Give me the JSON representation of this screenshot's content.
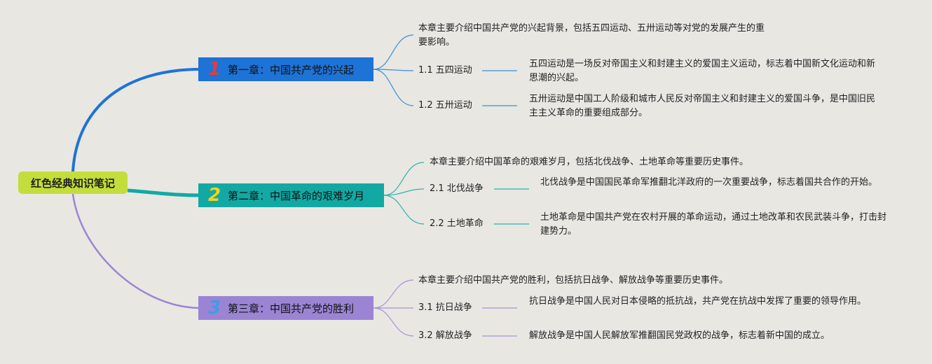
{
  "root": {
    "label": "红色经典知识笔记"
  },
  "chapters": [
    {
      "num": "1",
      "title": "第一章：中国共产党的兴起",
      "intro": "本章主要介绍中国共产党的兴起背景，包括五四运动、五卅运动等对党的发展产生的重要影响。",
      "subs": [
        {
          "label": "1.1 五四运动",
          "desc": "五四运动是一场反对帝国主义和封建主义的爱国主义运动，标志着中国新文化运动和新思潮的兴起。"
        },
        {
          "label": "1.2 五卅运动",
          "desc": "五卅运动是中国工人阶级和城市人民反对帝国主义和封建主义的爱国斗争，是中国旧民主主义革命的重要组成部分。"
        }
      ]
    },
    {
      "num": "2",
      "title": "第二章：中国革命的艰难岁月",
      "intro": "本章主要介绍中国革命的艰难岁月，包括北伐战争、土地革命等重要历史事件。",
      "subs": [
        {
          "label": "2.1 北伐战争",
          "desc": "北伐战争是中国国民革命军推翻北洋政府的一次重要战争，标志着国共合作的开始。"
        },
        {
          "label": "2.2 土地革命",
          "desc": "土地革命是中国共产党在农村开展的革命运动，通过土地改革和农民武装斗争，打击封建势力。"
        }
      ]
    },
    {
      "num": "3",
      "title": "第三章：中国共产党的胜利",
      "intro": "本章主要介绍中国共产党的胜利，包括抗日战争、解放战争等重要历史事件。",
      "subs": [
        {
          "label": "3.1 抗日战争",
          "desc": "抗日战争是中国人民对日本侵略的抵抗战，共产党在抗战中发挥了重要的领导作用。"
        },
        {
          "label": "3.2 解放战争",
          "desc": "解放战争是中国人民解放军推翻国民党政权的战争，标志着新中国的成立。"
        }
      ]
    }
  ],
  "colors": {
    "background": "#e9e7e2",
    "root": "#c3de3a",
    "chapter1": "#1d73d6",
    "chapter2": "#12a9a4",
    "chapter3": "#9b84d4",
    "connector1": "#3a8fd9",
    "connector2": "#2fb2ad",
    "connector3": "#a493d8"
  }
}
